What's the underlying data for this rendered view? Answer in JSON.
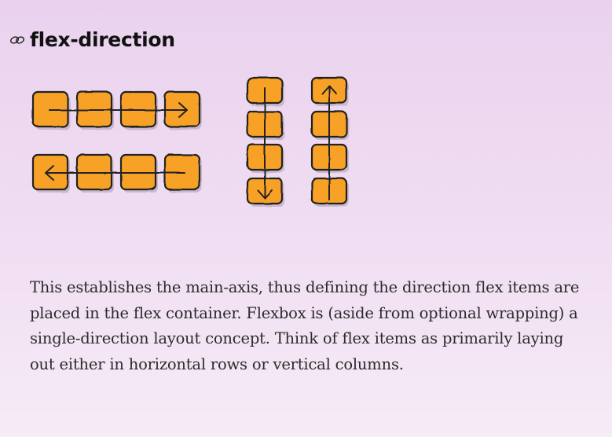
{
  "section": {
    "title": "flex-direction",
    "anchor_icon": "link-icon"
  },
  "diagram": {
    "icon": "flex-direction-diagram",
    "variants": [
      "row",
      "row-reverse",
      "column",
      "column-reverse"
    ],
    "item_color": "#f7a128",
    "outline_color": "#222222"
  },
  "description": "This establishes the main-axis, thus defining the direction flex items are placed in the flex container. Flexbox is (aside from optional wrapping) a single-direction layout concept. Think of flex items as primarily laying out either in horizontal rows or vertical columns."
}
